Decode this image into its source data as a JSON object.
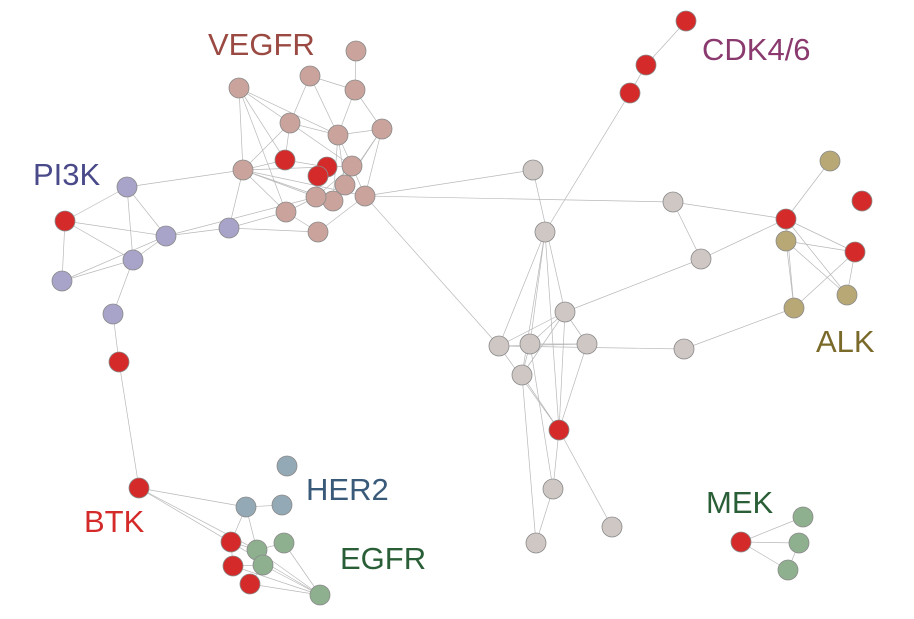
{
  "colors": {
    "drug": "#d42a2a",
    "vegfr": "#c9a39c",
    "pi3k": "#a7a3c9",
    "her2": "#93a9b6",
    "egfr": "#8fb08f",
    "mek": "#8fb08f",
    "alk": "#b8a876",
    "other": "#cfc7c4",
    "edge": "#b8b8b8",
    "label_vegfr": "#9a4a42",
    "label_cdk": "#8a3a6e",
    "label_pi3k": "#4a4a8a",
    "label_alk": "#7a6a2a",
    "label_btk": "#d42a2a",
    "label_her2": "#3a5a7a",
    "label_egfr": "#2a5e36",
    "label_mek": "#2a5e36"
  },
  "labels": {
    "vegfr": "VEGFR",
    "cdk": "CDK4/6",
    "pi3k": "PI3K",
    "alk": "ALK",
    "btk": "BTK",
    "her2": "HER2",
    "egfr": "EGFR",
    "mek": "MEK"
  }
}
